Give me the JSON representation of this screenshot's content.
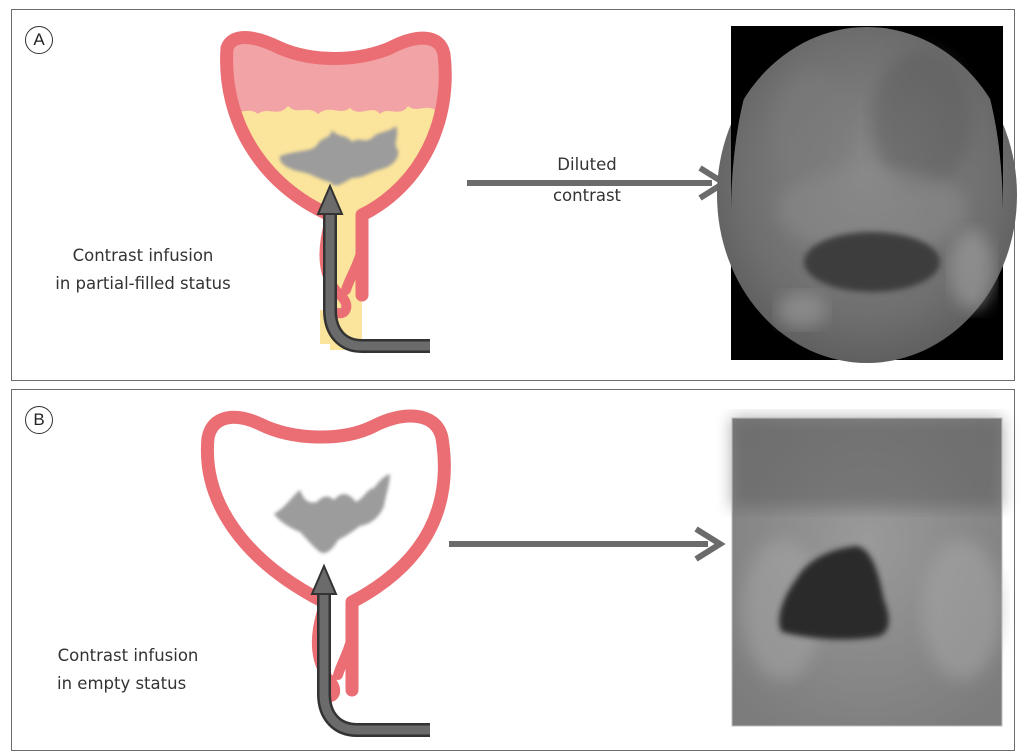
{
  "panel_a": {
    "letter": "A",
    "caption_line1": "Contrast infusion",
    "caption_line2": "in partial-filled status",
    "arrow_label_line1": "Diluted",
    "arrow_label_line2": "contrast"
  },
  "panel_b": {
    "letter": "B",
    "caption_line1": "Contrast infusion",
    "caption_line2": "in empty status"
  },
  "colors": {
    "bladder_wall": "#ea6e73",
    "urine_top": "#f2a3a6",
    "urine_yellow": "#fbe49b",
    "contrast_blob": "#9c9c9c",
    "arrow": "#6b6b6b",
    "border": "#6d6d6d"
  }
}
